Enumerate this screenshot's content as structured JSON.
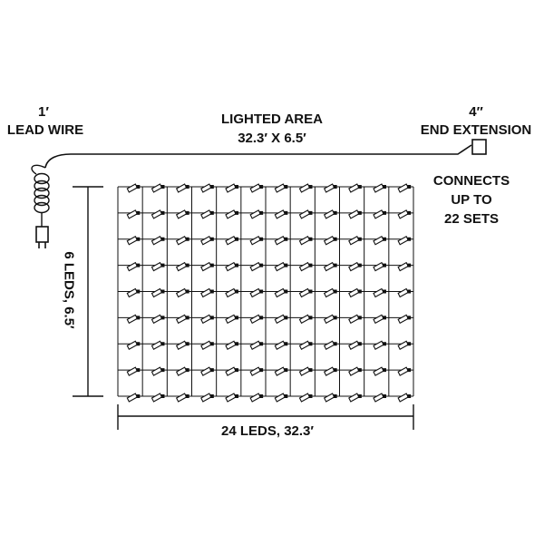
{
  "labels": {
    "lead_length": "1′",
    "lead_name": "LEAD WIRE",
    "lighted_area_title": "LIGHTED AREA",
    "lighted_area_size": "32.3′ X 6.5′",
    "end_length": "4″",
    "end_name": "END EXTENSION",
    "connects_line1": "CONNECTS",
    "connects_line2": "UP TO",
    "connects_line3": "22 SETS",
    "height_dimension": "6 LEDS, 6.5′",
    "width_dimension": "24 LEDS, 32.3′"
  },
  "net": {
    "columns": 12,
    "rows": 8
  },
  "icons": {
    "plug": "plug-icon",
    "coil": "coiled-cord-icon",
    "connector": "end-connector-icon",
    "bulb": "led-bulb-icon"
  },
  "colors": {
    "ink": "#111111",
    "background": "#ffffff"
  }
}
